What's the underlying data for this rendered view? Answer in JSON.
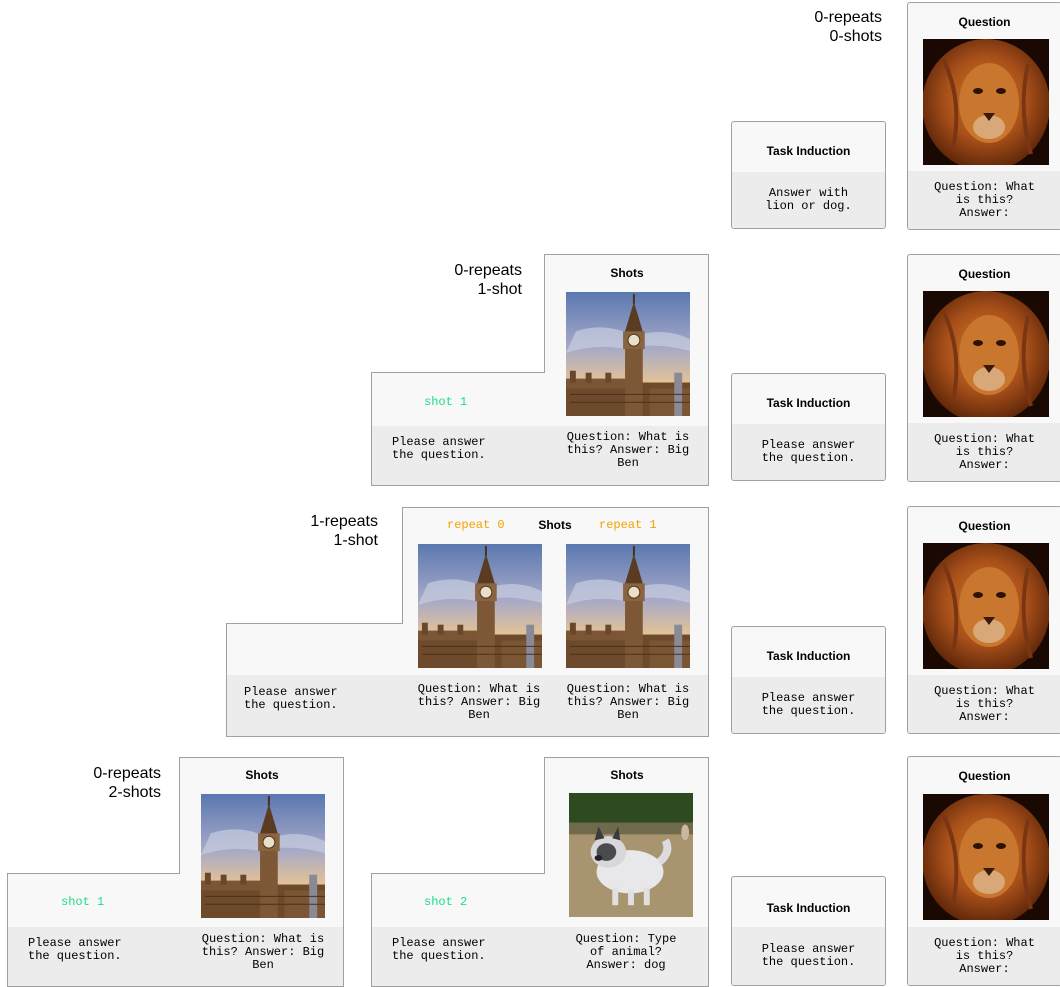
{
  "rows": [
    {
      "label": "0-repeats\n0-shots",
      "task": {
        "header": "Task Induction",
        "text": "Answer with\nlion or dog."
      },
      "question": {
        "header": "Question",
        "text": "Question: What\nis this?\nAnswer:",
        "image": "lion-photo"
      }
    },
    {
      "label": "0-repeats\n1-shot",
      "shots": {
        "header": "Shots",
        "shot_tag": "shot 1",
        "left_text": "Please answer\nthe question.",
        "image_text": "Question: What is\nthis? Answer: Big\nBen",
        "image": "big-ben-photo"
      },
      "task": {
        "header": "Task Induction",
        "text": "Please answer\nthe question."
      },
      "question": {
        "header": "Question",
        "text": "Question: What\nis this?\nAnswer:",
        "image": "lion-photo"
      }
    },
    {
      "label": "1-repeats\n1-shot",
      "shots": {
        "header": "Shots",
        "repeat_tags": [
          "repeat 0",
          "repeat 1"
        ],
        "left_text": "Please answer\nthe question.",
        "image_texts": [
          "Question: What is\nthis? Answer: Big\nBen",
          "Question: What is\nthis? Answer: Big\nBen"
        ],
        "image": "big-ben-photo"
      },
      "task": {
        "header": "Task Induction",
        "text": "Please answer\nthe question."
      },
      "question": {
        "header": "Question",
        "text": "Question: What\nis this?\nAnswer:",
        "image": "lion-photo"
      }
    },
    {
      "label": "0-repeats\n2-shots",
      "shots": [
        {
          "header": "Shots",
          "shot_tag": "shot 1",
          "left_text": "Please answer\nthe question.",
          "image_text": "Question: What is\nthis? Answer: Big\nBen",
          "image": "big-ben-photo"
        },
        {
          "header": "Shots",
          "shot_tag": "shot 2",
          "left_text": "Please answer\nthe question.",
          "image_text": "Question: Type\nof animal?\nAnswer: dog",
          "image": "dog-photo"
        }
      ],
      "task": {
        "header": "Task Induction",
        "text": "Please answer\nthe question."
      },
      "question": {
        "header": "Question",
        "text": "Question: What\nis this?\nAnswer:",
        "image": "lion-photo"
      }
    }
  ],
  "colors": {
    "shot_tag": "#1dde88",
    "repeat_tag": "#f5a000",
    "border": "#a0a0a0",
    "text_bg": "#ececec",
    "card_bg": "#f8f8f8"
  }
}
